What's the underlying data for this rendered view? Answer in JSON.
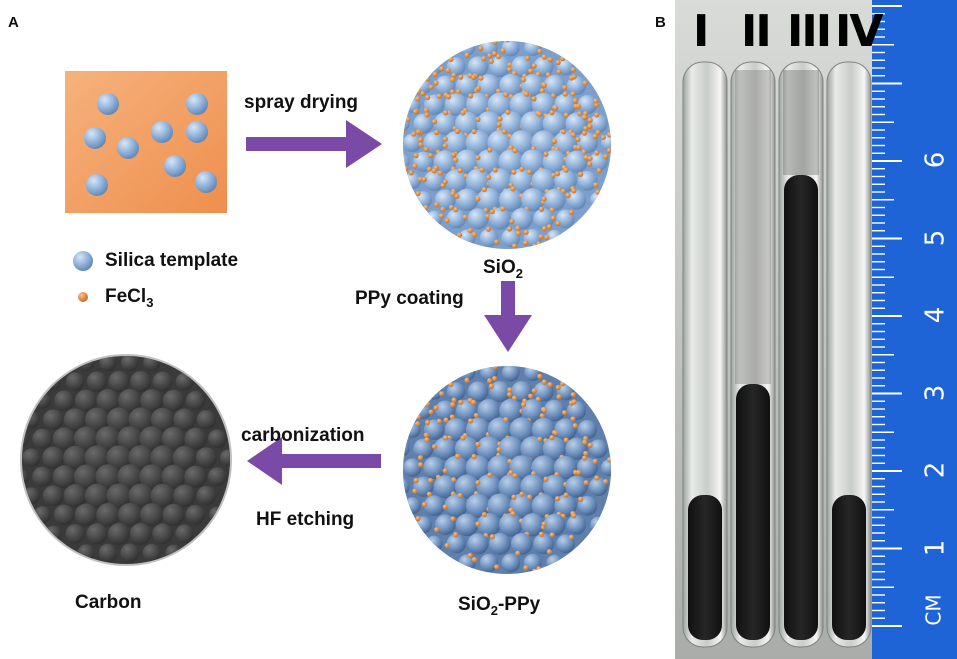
{
  "panel_a": {
    "letter": "A",
    "steps": {
      "spray": "spray drying",
      "ppy": "PPy coating",
      "carbonization": "carbonization",
      "etching": "HF etching"
    },
    "materials": {
      "sio2": "SiO",
      "sio2_sub": "2",
      "sio2_ppy": "SiO",
      "sio2_ppy_sub": "2",
      "sio2_ppy_suffix": "-PPy",
      "carbon": "Carbon"
    },
    "legend": {
      "silica": "Silica template",
      "fecl3": "FeCl",
      "fecl3_sub": "3"
    },
    "colors": {
      "silica": "#8fb1d9",
      "fecl3": "#d8862f",
      "arrow": "#7a4aa6",
      "droplet": "#f3a56a",
      "carbon": "#3c3c3c"
    }
  },
  "panel_b": {
    "letter": "B",
    "tubes": [
      "I",
      "II",
      "III",
      "IV"
    ],
    "ruler_numbers": [
      "1",
      "2",
      "3",
      "4",
      "5",
      "6"
    ],
    "ruler_unit": "CM",
    "ruler_color": "#1f64d6"
  }
}
